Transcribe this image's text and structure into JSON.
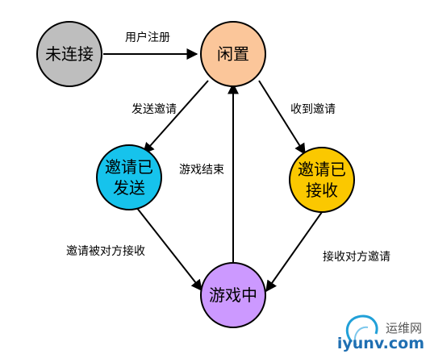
{
  "diagram": {
    "colors": {
      "stroke": "#000000",
      "disconnected": "#bebebe",
      "idle": "#fbc69a",
      "invite_sent": "#16c3ec",
      "invite_received": "#fbc800",
      "in_game": "#cc99ff"
    },
    "nodes": {
      "disconnected": {
        "lines": [
          "未连接"
        ]
      },
      "idle": {
        "lines": [
          "闲置"
        ]
      },
      "invite_sent": {
        "lines": [
          "邀请已",
          "发送"
        ]
      },
      "invite_received": {
        "lines": [
          "邀请已",
          "接收"
        ]
      },
      "in_game": {
        "lines": [
          "游戏中"
        ]
      }
    },
    "edges": {
      "register": "用户注册",
      "send_invite": "发送邀请",
      "receive_invite": "收到邀请",
      "game_over": "游戏结束",
      "peer_accepts": "邀请被对方接收",
      "accept_peer": "接收对方邀请"
    }
  },
  "watermark": {
    "cn": "运维网",
    "en": "iyunv.com"
  }
}
